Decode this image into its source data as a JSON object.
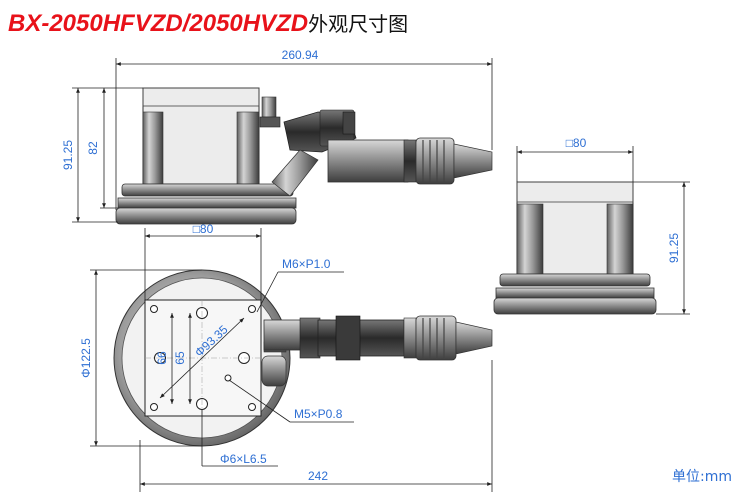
{
  "title": {
    "model": "BX-2050HFVZD/2050HVZD",
    "suffix": "外观尺寸图"
  },
  "unit_label": "单位:mm",
  "dimensions": {
    "top_width": "260.94",
    "top_height_total": "91.25",
    "top_height_body": "82",
    "right_square": "□80",
    "right_height": "91.25",
    "bottom_square": "□80",
    "bottom_diameter": "Φ122.5",
    "bottom_hole_x": "66",
    "bottom_hole_y": "65",
    "bottom_pcd": "Φ93.35",
    "thread_main": "M6×P1.0",
    "thread_small": "M5×P0.8",
    "pin_hole": "Φ6×L6.5",
    "bottom_width": "242"
  }
}
